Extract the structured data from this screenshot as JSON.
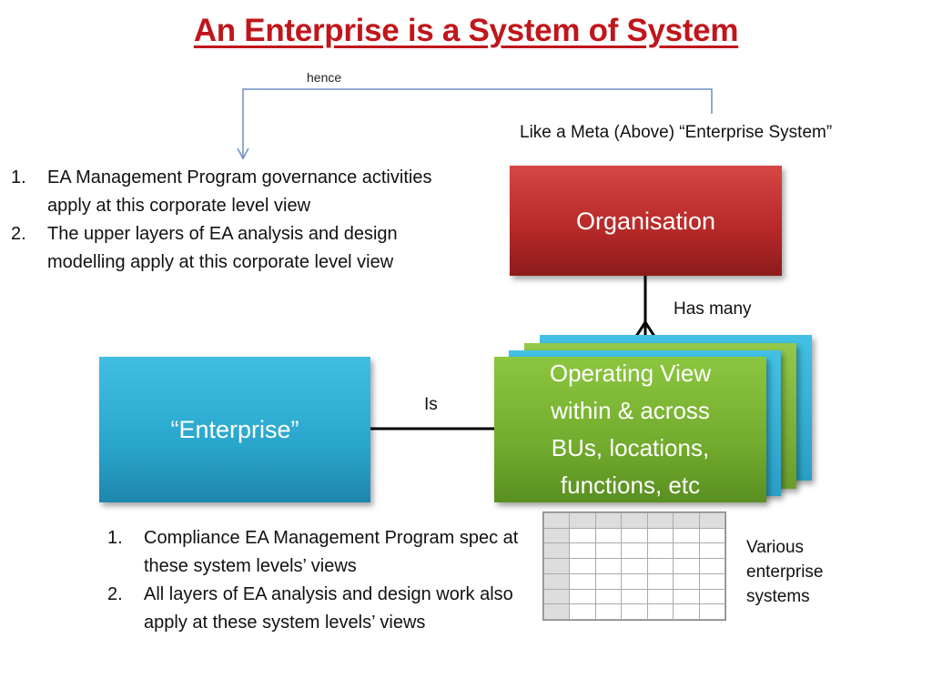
{
  "title": "An Enterprise is a System of System",
  "arrow_label": "hence",
  "meta_label": "Like a Meta (Above) “Enterprise System”",
  "top_list": [
    {
      "num": "1.",
      "text": "EA Management Program governance activities apply at this corporate level view"
    },
    {
      "num": "2.",
      "text": "The upper layers of EA analysis and design modelling apply at this corporate level view"
    }
  ],
  "organisation_box": "Organisation",
  "has_many_label": "Has many",
  "enterprise_box": "“Enterprise”",
  "is_label": "Is",
  "operating_view_box": "Operating View\nwithin & across\nBUs, locations,\nfunctions, etc",
  "bottom_list": [
    {
      "num": "1.",
      "text": "Compliance EA Management Program spec at these system levels’ views"
    },
    {
      "num": "2.",
      "text": "All layers of EA analysis and design work also apply at these system levels’ views"
    }
  ],
  "various_label": "Various\nenterprise\nsystems",
  "colors": {
    "title": "#c0161b",
    "organisation": "#b92a29",
    "enterprise": "#2aa6cc",
    "operating_view": "#73ac2e",
    "arrow": "#4f81bd"
  }
}
